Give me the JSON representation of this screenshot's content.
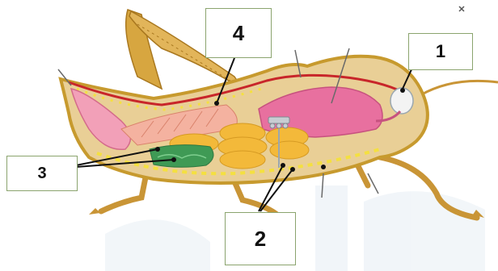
{
  "labels": {
    "one": "1",
    "two": "2",
    "three": "3",
    "four": "4"
  },
  "colors": {
    "body_outline": "#c79a2e",
    "body_fill": "#e9cf96",
    "leg": "#d7a640",
    "heart_red": "#c8262a",
    "crop_pink": "#e8709f",
    "gizzard_orange": "#f3b93a",
    "malpighian_green": "#3f9a55",
    "nerve_yellow": "#f4e040",
    "box_border": "#8ba46e"
  },
  "icons": [
    "grasshopper-anatomy-illustration"
  ]
}
